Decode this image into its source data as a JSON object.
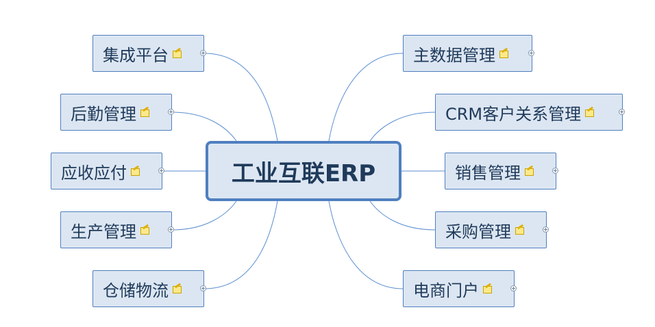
{
  "center": {
    "title": "工业互联ERP"
  },
  "colors": {
    "line": "#5b8ed0",
    "border": "#4f7fbf",
    "fill": "#dce6f2",
    "text": "#1f3a5a"
  },
  "left_branches": [
    {
      "label": "集成平台",
      "icon": "note-icon"
    },
    {
      "label": "后勤管理",
      "icon": "note-icon"
    },
    {
      "label": "应收应付",
      "icon": "note-icon"
    },
    {
      "label": "生产管理",
      "icon": "note-icon"
    },
    {
      "label": "仓储物流",
      "icon": "note-icon"
    }
  ],
  "right_branches": [
    {
      "label": "主数据管理",
      "icon": "note-icon"
    },
    {
      "label": "CRM客户关系管理",
      "icon": "note-icon"
    },
    {
      "label": "销售管理",
      "icon": "note-icon"
    },
    {
      "label": "采购管理",
      "icon": "note-icon"
    },
    {
      "label": "电商门户",
      "icon": "note-icon"
    }
  ]
}
